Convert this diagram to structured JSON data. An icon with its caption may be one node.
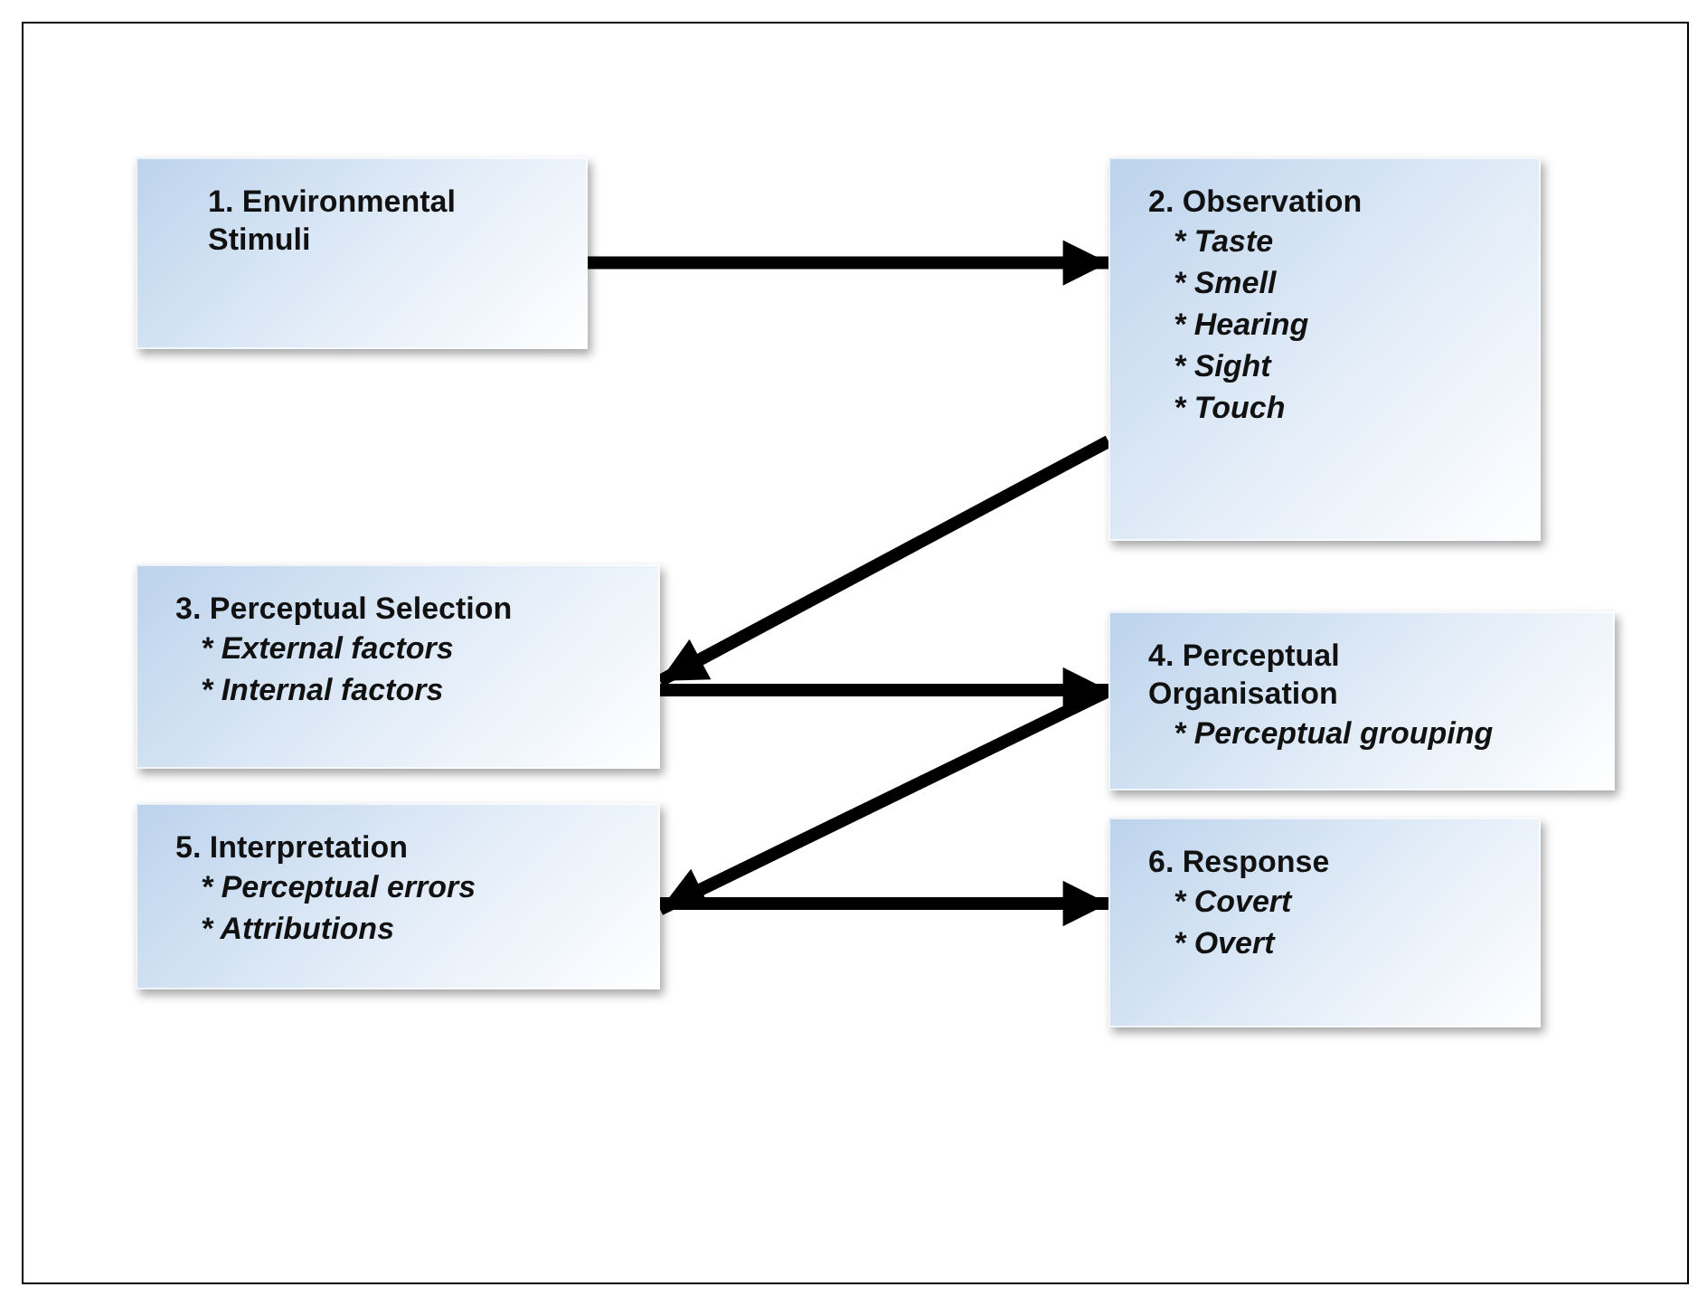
{
  "diagram": {
    "nodes": [
      {
        "text": [
          "1. Environmental Stimuli"
        ]
      },
      {
        "text": [
          "2. Observation",
          "* Taste",
          "* Smell",
          "* Hearing",
          "* Sight",
          "* Touch"
        ]
      },
      {
        "text": [
          "3. Perceptual Selection",
          "* External factors",
          "* Internal factors"
        ]
      },
      {
        "text": [
          "4. Perceptual Organisation",
          "* Perceptual grouping"
        ]
      },
      {
        "text": [
          "5. Interpretation",
          "* Perceptual errors",
          "* Attributions"
        ]
      },
      {
        "text": [
          "6. Response",
          "* Covert",
          "* Overt"
        ]
      }
    ],
    "edges": [
      {
        "from": 0,
        "to": 1,
        "arrow": "to"
      },
      {
        "from": 1,
        "to": 2,
        "arrow": "to"
      },
      {
        "from": 2,
        "to": 3,
        "arrow": "to"
      },
      {
        "from": 3,
        "to": 4,
        "arrow": "to"
      },
      {
        "from": 4,
        "to": 5,
        "arrow": "to"
      }
    ]
  }
}
